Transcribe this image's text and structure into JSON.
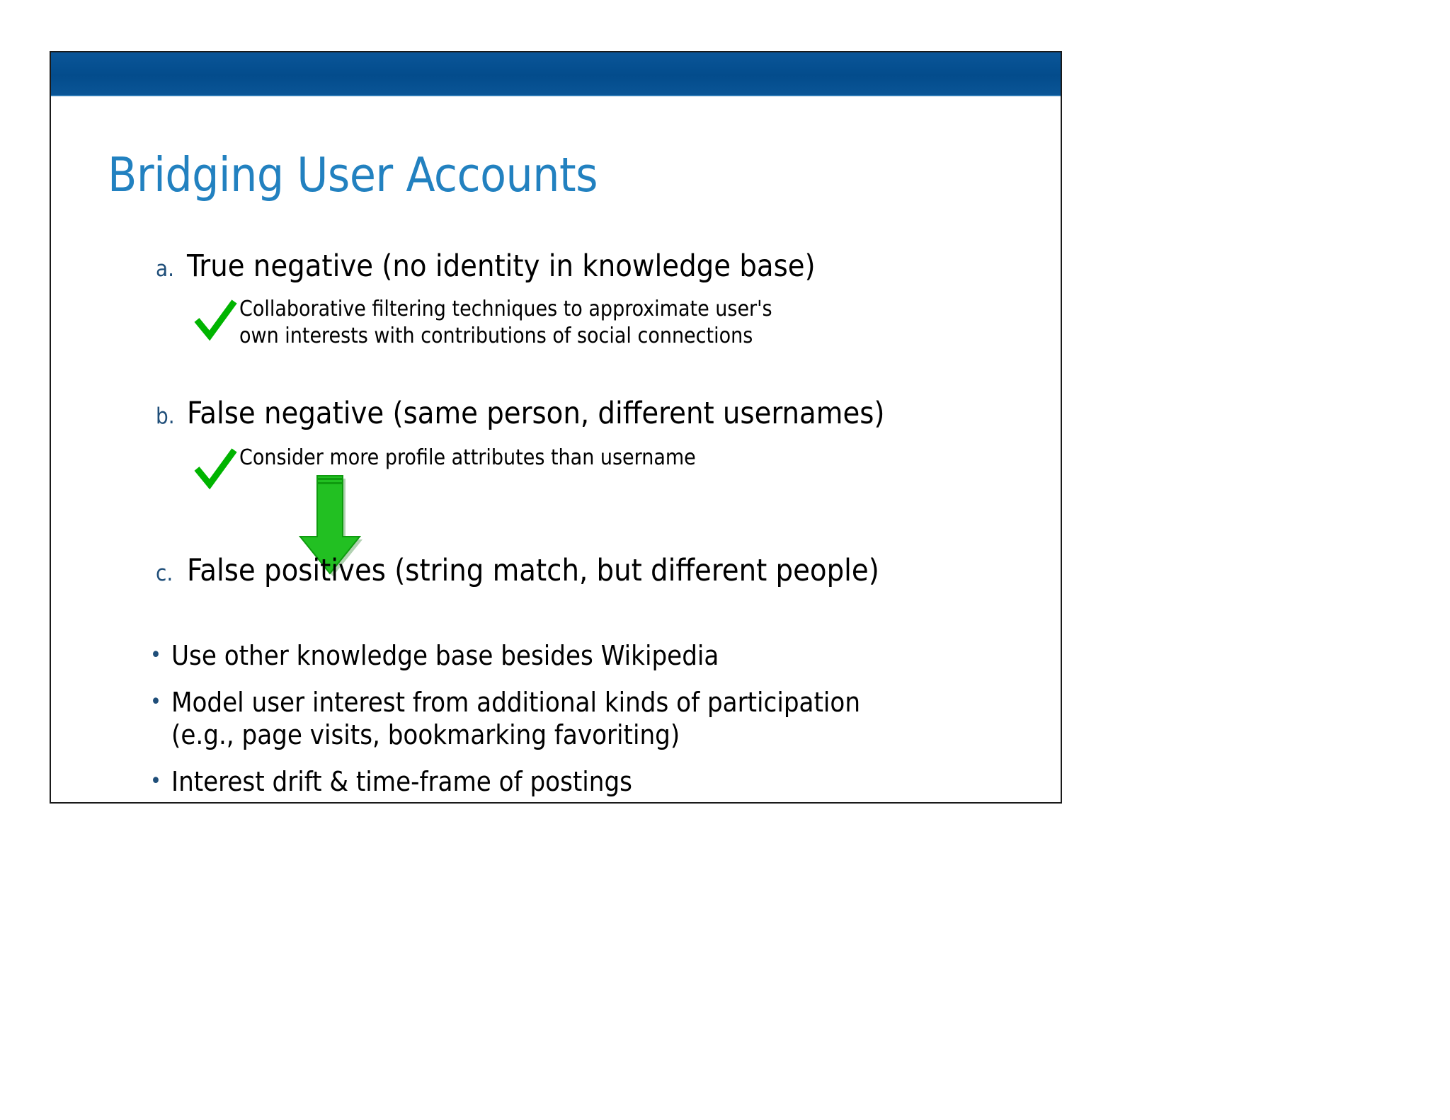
{
  "slide": {
    "title": "Bridging User Accounts",
    "colors": {
      "header_bar": "#08508f",
      "title_blue": "#2281c0",
      "marker_blue": "#1f4e79",
      "check_green": "#00b400",
      "arrow_green": "#22c022",
      "body_text": "#000000",
      "slide_border": "#1a1a1a",
      "background": "#ffffff"
    },
    "lettered_items": [
      {
        "marker": "a.",
        "text": "True negative (no identity in knowledge base)",
        "sub": {
          "icon": "check-icon",
          "text": "Collaborative filtering techniques to approximate user's\nown interests with contributions of social connections"
        }
      },
      {
        "marker": "b.",
        "text": "False negative (same person, different usernames)",
        "sub": {
          "icon": "check-icon",
          "text": "Consider more profile attributes than username"
        }
      },
      {
        "marker": "c.",
        "text": "False positives (string match, but different people)",
        "sub": null
      }
    ],
    "arrow": {
      "icon": "arrow-down-icon",
      "direction": "down",
      "color": "#22c022"
    },
    "bullets": [
      {
        "glyph": "•",
        "text": "Use other knowledge base besides Wikipedia"
      },
      {
        "glyph": "•",
        "text": "Model user interest from additional kinds of participation\n(e.g., page visits, bookmarking favoriting)"
      },
      {
        "glyph": "•",
        "text": "Interest drift & time-frame of postings"
      }
    ]
  }
}
